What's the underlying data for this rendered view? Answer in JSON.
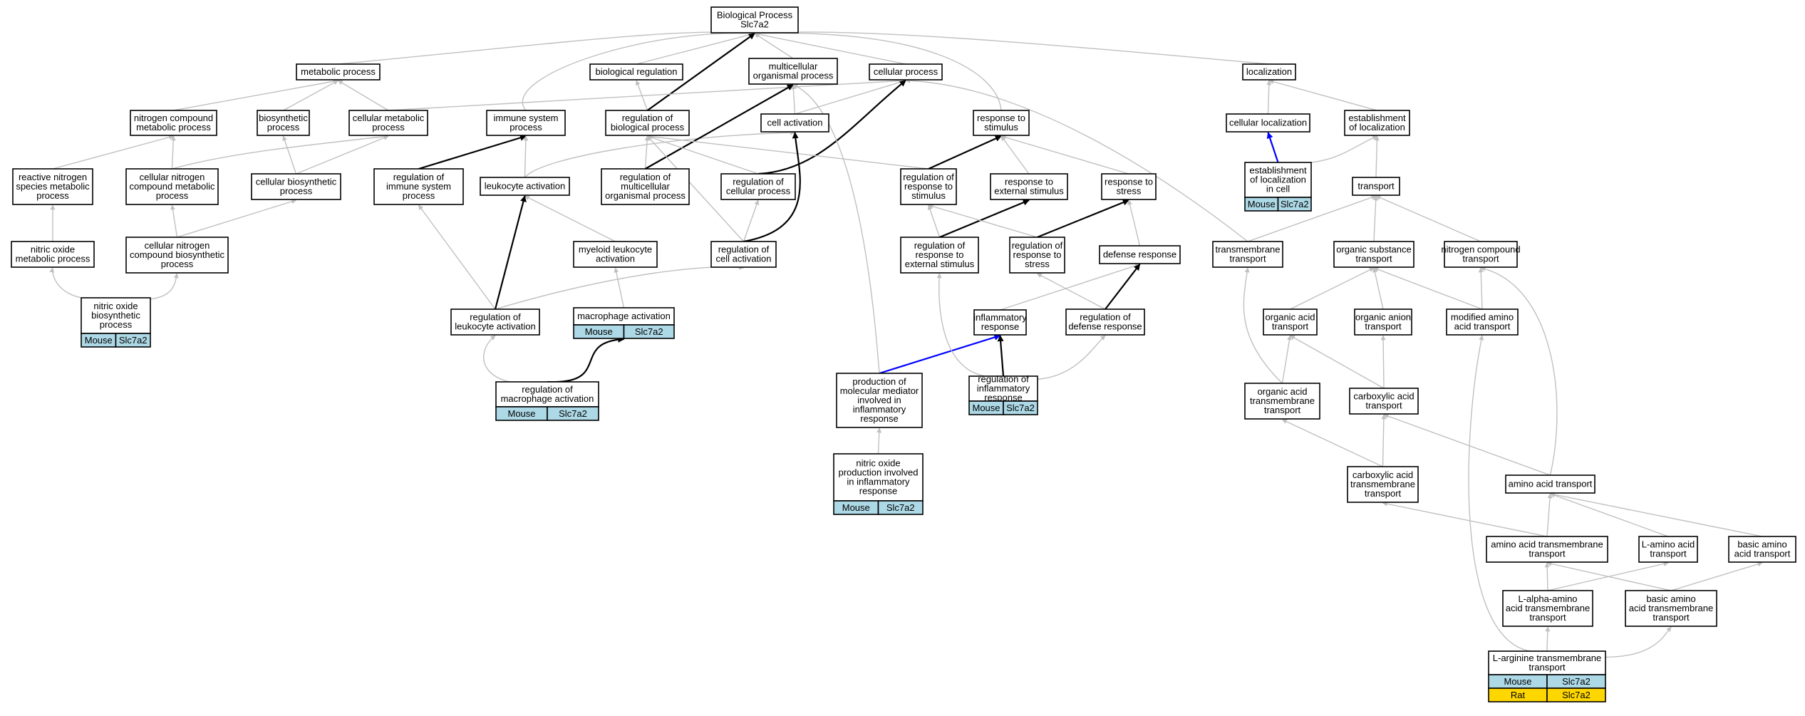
{
  "diagram": {
    "root": {
      "lines": [
        "Biological Process",
        "Slc7a2"
      ]
    },
    "nodes": {
      "metabolic": {
        "lines": [
          "metabolic process"
        ]
      },
      "bioreg": {
        "lines": [
          "biological regulation"
        ]
      },
      "multicell": {
        "lines": [
          "multicellular",
          "organismal process"
        ]
      },
      "cellproc": {
        "lines": [
          "cellular process"
        ]
      },
      "localization": {
        "lines": [
          "localization"
        ]
      },
      "nitrocomp": {
        "lines": [
          "nitrogen compound",
          "metabolic process"
        ]
      },
      "biosynth": {
        "lines": [
          "biosynthetic",
          "process"
        ]
      },
      "cellmetab": {
        "lines": [
          "cellular metabolic",
          "process"
        ]
      },
      "immune": {
        "lines": [
          "immune system",
          "process"
        ]
      },
      "regbio": {
        "lines": [
          "regulation of",
          "biological process"
        ]
      },
      "cellact": {
        "lines": [
          "cell activation"
        ]
      },
      "respstim": {
        "lines": [
          "response to",
          "stimulus"
        ]
      },
      "cellloc": {
        "lines": [
          "cellular localization"
        ]
      },
      "estloc": {
        "lines": [
          "establishment",
          "of localization"
        ]
      },
      "rnsmetab": {
        "lines": [
          "reactive nitrogen",
          "species metabolic",
          "process"
        ]
      },
      "cellnitro": {
        "lines": [
          "cellular nitrogen",
          "compound metabolic",
          "process"
        ]
      },
      "cellbiosynth": {
        "lines": [
          "cellular biosynthetic",
          "process"
        ]
      },
      "regimmune": {
        "lines": [
          "regulation of",
          "immune system",
          "process"
        ]
      },
      "leukact": {
        "lines": [
          "leukocyte activation"
        ]
      },
      "regmulti": {
        "lines": [
          "regulation of",
          "multicellular",
          "organismal process"
        ]
      },
      "regcellproc": {
        "lines": [
          "regulation of",
          "cellular process"
        ]
      },
      "regrespstim": {
        "lines": [
          "regulation of",
          "response to",
          "stimulus"
        ]
      },
      "respext": {
        "lines": [
          "response to",
          "external stimulus"
        ]
      },
      "respstress": {
        "lines": [
          "response to",
          "stress"
        ]
      },
      "estloccell": {
        "lines": [
          "establishment",
          "of localization",
          "in cell"
        ],
        "species": [
          [
            "Mouse",
            "Slc7a2"
          ]
        ]
      },
      "transport": {
        "lines": [
          "transport"
        ]
      },
      "nometab": {
        "lines": [
          "nitric oxide",
          "metabolic process"
        ]
      },
      "cellnitrobio": {
        "lines": [
          "cellular nitrogen",
          "compound biosynthetic",
          "process"
        ]
      },
      "myeloid": {
        "lines": [
          "myeloid leukocyte",
          "activation"
        ]
      },
      "regcellact": {
        "lines": [
          "regulation of",
          "cell activation"
        ]
      },
      "regrespext": {
        "lines": [
          "regulation of",
          "response to",
          "external stimulus"
        ]
      },
      "regrespstress": {
        "lines": [
          "regulation of",
          "response to",
          "stress"
        ]
      },
      "defresp": {
        "lines": [
          "defense response"
        ]
      },
      "tmtransport": {
        "lines": [
          "transmembrane",
          "transport"
        ]
      },
      "orgsubst": {
        "lines": [
          "organic substance",
          "transport"
        ]
      },
      "nitrotrans": {
        "lines": [
          "nitrogen compound",
          "transport"
        ]
      },
      "nobiosynth": {
        "lines": [
          "nitric oxide",
          "biosynthetic",
          "process"
        ],
        "species": [
          [
            "Mouse",
            "Slc7a2"
          ]
        ]
      },
      "regleuk": {
        "lines": [
          "regulation of",
          "leukocyte activation"
        ]
      },
      "macroact": {
        "lines": [
          "macrophage activation"
        ],
        "species": [
          [
            "Mouse",
            "Slc7a2"
          ]
        ]
      },
      "inflam": {
        "lines": [
          "inflammatory",
          "response"
        ]
      },
      "regdef": {
        "lines": [
          "regulation of",
          "defense response"
        ]
      },
      "orgacid": {
        "lines": [
          "organic acid",
          "transport"
        ]
      },
      "organion": {
        "lines": [
          "organic anion",
          "transport"
        ]
      },
      "modaa": {
        "lines": [
          "modified amino",
          "acid transport"
        ]
      },
      "regmacro": {
        "lines": [
          "regulation of",
          "macrophage activation"
        ],
        "species": [
          [
            "Mouse",
            "Slc7a2"
          ]
        ]
      },
      "prodmed": {
        "lines": [
          "production of",
          "molecular mediator",
          "involved in",
          "inflammatory",
          "response"
        ]
      },
      "reginflam": {
        "lines": [
          "regulation of",
          "inflammatory",
          "response"
        ],
        "species": [
          [
            "Mouse",
            "Slc7a2"
          ]
        ]
      },
      "orgacidtm": {
        "lines": [
          "organic acid",
          "transmembrane",
          "transport"
        ]
      },
      "carbacid": {
        "lines": [
          "carboxylic acid",
          "transport"
        ]
      },
      "noprod": {
        "lines": [
          "nitric oxide",
          "production involved",
          "in inflammatory",
          "response"
        ],
        "species": [
          [
            "Mouse",
            "Slc7a2"
          ]
        ]
      },
      "carbacidtm": {
        "lines": [
          "carboxylic acid",
          "transmembrane",
          "transport"
        ]
      },
      "aatransport": {
        "lines": [
          "amino acid transport"
        ]
      },
      "aatm": {
        "lines": [
          "amino acid transmembrane",
          "transport"
        ]
      },
      "laa": {
        "lines": [
          "L-amino acid",
          "transport"
        ]
      },
      "basicaa": {
        "lines": [
          "basic amino",
          "acid transport"
        ]
      },
      "lalpha": {
        "lines": [
          "L-alpha-amino",
          "acid transmembrane",
          "transport"
        ]
      },
      "basicaatm": {
        "lines": [
          "basic amino",
          "acid transmembrane",
          "transport"
        ]
      },
      "larg": {
        "lines": [
          "L-arginine transmembrane",
          "transport"
        ],
        "species": [
          [
            "Mouse",
            "Slc7a2"
          ],
          [
            "Rat",
            "Slc7a2"
          ]
        ]
      }
    },
    "colors": {
      "mouse": "#add8e6",
      "rat": "#ffd700",
      "edge_gray": "#c0c0c0",
      "edge_black": "#000000",
      "edge_blue": "#0000ff"
    }
  }
}
